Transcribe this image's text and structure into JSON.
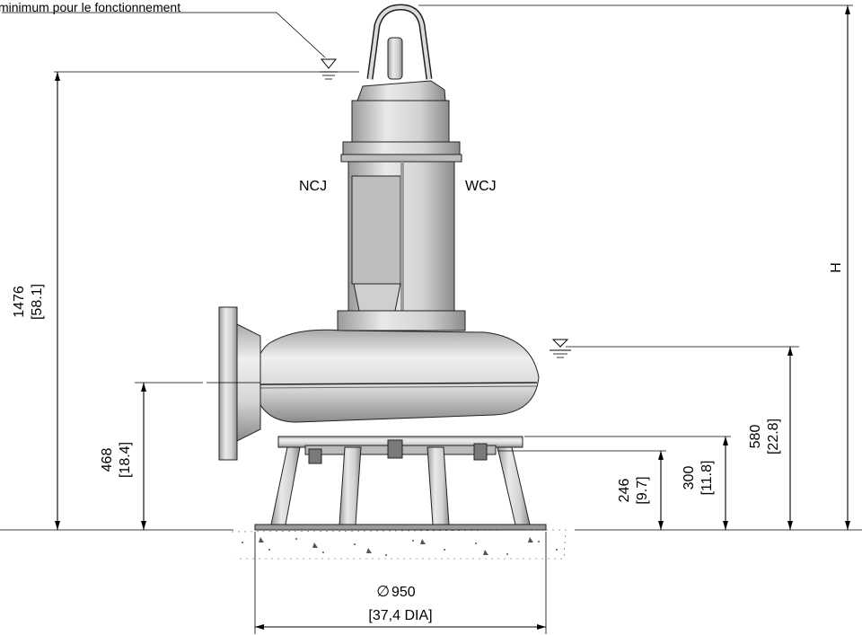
{
  "labels": {
    "min_level_note": "minimum pour le fonctionnement",
    "ncj": "NCJ",
    "wcj": "WCJ",
    "height_symbol": "H"
  },
  "dimensions": {
    "total_height": {
      "mm": "1476",
      "in": "[58.1]"
    },
    "outlet_height": {
      "mm": "468",
      "in": "[18.4]"
    },
    "inlet_height": {
      "mm": "580",
      "in": "[22.8]"
    },
    "base_top": {
      "mm": "300",
      "in": "[11.8]"
    },
    "base_plate": {
      "mm": "246",
      "in": "[9.7]"
    },
    "diameter": {
      "mm": "950",
      "in": "[37,4 DIA]",
      "symbol": "∅"
    }
  },
  "colors": {
    "ink": "#000000",
    "metal_light": "#e6e6e6",
    "metal_mid": "#c9c9c9",
    "metal_dark": "#8a8a8a"
  }
}
